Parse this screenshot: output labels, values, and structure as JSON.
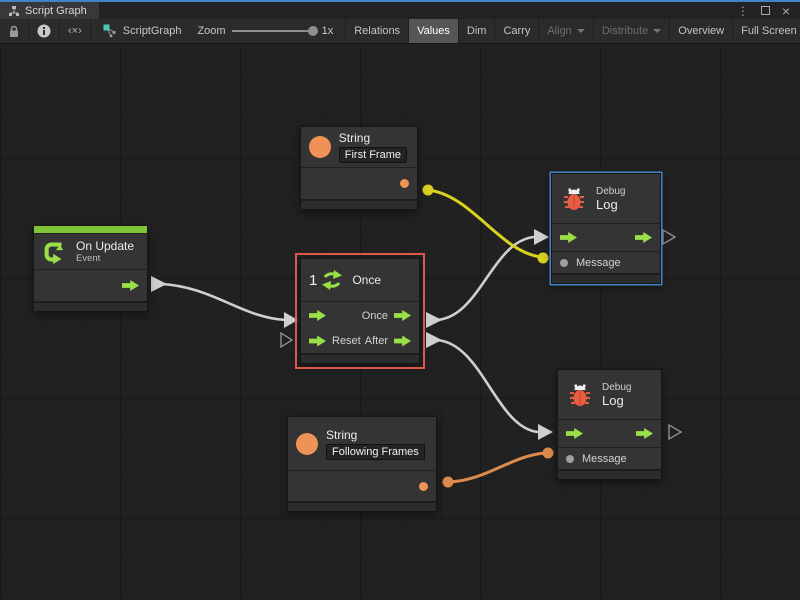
{
  "window": {
    "tab_title": "Script Graph",
    "icons": {
      "window_menu": "⋮",
      "window_close": "×"
    }
  },
  "toolbar": {
    "code_toggle_glyph": "‹×›",
    "graph_name": "ScriptGraph",
    "zoom_label": "Zoom",
    "zoom_value": "1x",
    "buttons": [
      {
        "label": "Relations",
        "state": "normal"
      },
      {
        "label": "Values",
        "state": "active"
      },
      {
        "label": "Dim",
        "state": "normal"
      },
      {
        "label": "Carry",
        "state": "normal"
      },
      {
        "label": "Align",
        "state": "disabled",
        "dropdown": true
      },
      {
        "label": "Distribute",
        "state": "disabled",
        "dropdown": true
      },
      {
        "label": "Overview",
        "state": "normal"
      },
      {
        "label": "Full Screen",
        "state": "normal"
      }
    ]
  },
  "nodes": {
    "string_first": {
      "title": "String",
      "value": "First Frame"
    },
    "on_update": {
      "title": "On Update",
      "subtitle": "Event"
    },
    "once": {
      "badge": "1",
      "title": "Once",
      "out_once": "Once",
      "in_reset": "Reset",
      "out_after": "After"
    },
    "string_following": {
      "title": "String",
      "value": "Following Frames"
    },
    "debug_top": {
      "category": "Debug",
      "title": "Log",
      "message_label": "Message"
    },
    "debug_bottom": {
      "category": "Debug",
      "title": "Log",
      "message_label": "Message"
    }
  },
  "colors": {
    "green": "#9ade48",
    "green_bar": "#7ec636",
    "orange": "#ee9355",
    "bug": "#e85c41",
    "red_sel": "#e0574b",
    "blue_sel": "#4583c8",
    "wire_white": "#cfcfcf",
    "wire_yellow": "#d9d020",
    "wire_orange": "#dc8a4c",
    "teal": "#46c8b2"
  }
}
